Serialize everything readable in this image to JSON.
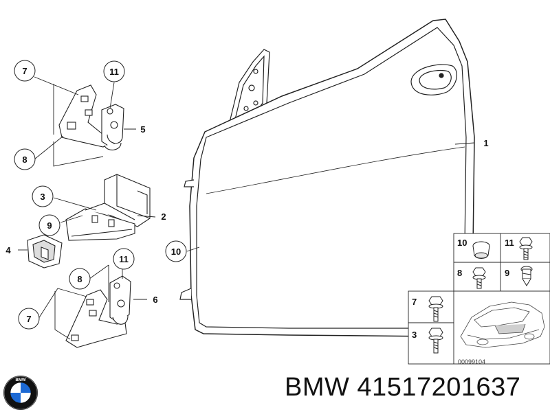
{
  "callouts": {
    "c1": "1",
    "c2": "2",
    "c3": "3",
    "c4": "4",
    "c5": "5",
    "c6": "6",
    "c7a": "7",
    "c7b": "7",
    "c8a": "8",
    "c8b": "8",
    "c9": "9",
    "c10": "10",
    "c11a": "11",
    "c11b": "11"
  },
  "inset": {
    "n10": "10",
    "n11": "11",
    "n8": "8",
    "n9": "9",
    "n7": "7",
    "n3": "3",
    "diagram_code": "00099104"
  },
  "brand": {
    "text": "BMW 41517201637",
    "logo_letters": "BMW"
  },
  "colors": {
    "line": "#222222",
    "part_fill": "#ffffff",
    "shade": "#d9d9d9",
    "logo_blue": "#1c69d4",
    "logo_ring": "#111111"
  },
  "icons": [
    "bmw-roundel-icon"
  ]
}
